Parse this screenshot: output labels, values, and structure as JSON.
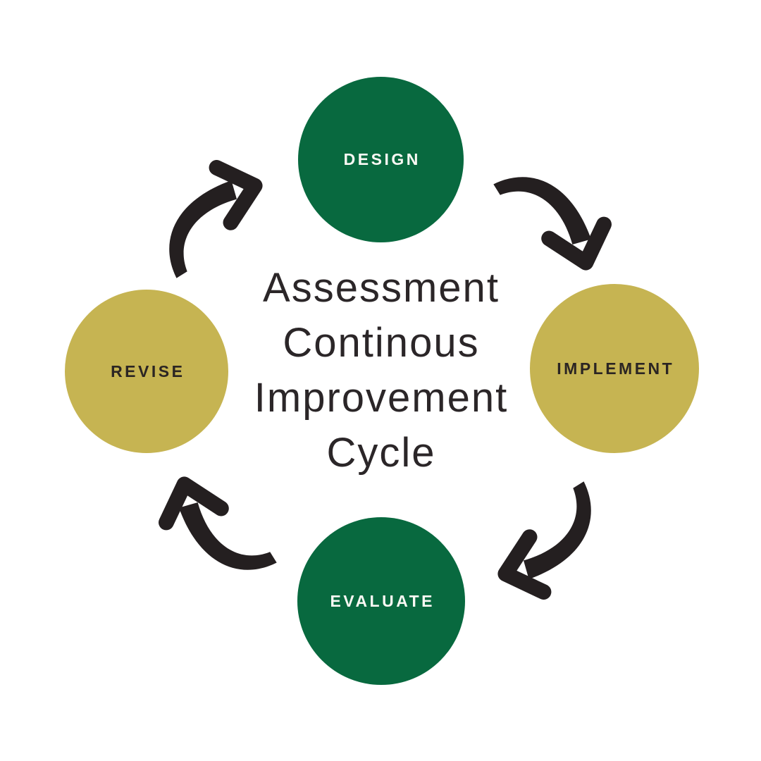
{
  "title": {
    "line1": "Assessment",
    "line2": "Continous",
    "line3": "Improvement",
    "line4": "Cycle"
  },
  "nodes": {
    "design": {
      "label": "DESIGN",
      "fill": "#08693F",
      "text": "#FAF9F4"
    },
    "implement": {
      "label": "IMPLEMENT",
      "fill": "#C6B452",
      "text": "#2B2523"
    },
    "evaluate": {
      "label": "EVALUATE",
      "fill": "#08693F",
      "text": "#FAF9F4"
    },
    "revise": {
      "label": "REVISE",
      "fill": "#C6B452",
      "text": "#2B2523"
    }
  },
  "arrows": {
    "color": "#241F20",
    "items": [
      "design-to-implement",
      "implement-to-evaluate",
      "evaluate-to-revise",
      "revise-to-design"
    ]
  },
  "colors": {
    "background": "#FFFFFF",
    "title_text": "#2B2628"
  }
}
